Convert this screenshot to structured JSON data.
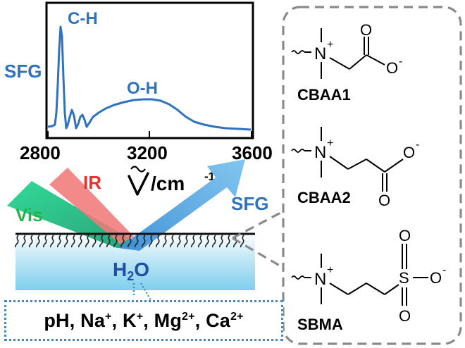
{
  "spectrum": {
    "y_label": "SFG",
    "x_ticks": [
      "2800",
      "3200",
      "3600"
    ],
    "x_axis_label": "/cm",
    "x_axis_exponent": "-1",
    "peak_labels": [
      "C-H",
      "O-H"
    ],
    "line_color": "#2f73c0"
  },
  "beams": {
    "ir_label": "IR",
    "vis_label": "Vis",
    "sfg_label": "SFG",
    "ir_color": "#f07a7a",
    "vis_color": "#22c98a",
    "sfg_color": "#5aa8e0"
  },
  "interface": {
    "water_label_main": "H",
    "water_label_sub": "2",
    "water_label_end": "O"
  },
  "ions": [
    {
      "base": "pH",
      "charge": ""
    },
    {
      "base": "Na",
      "charge": "+"
    },
    {
      "base": "K",
      "charge": "+"
    },
    {
      "base": "Mg",
      "charge": "2+"
    },
    {
      "base": "Ca",
      "charge": "2+"
    }
  ],
  "molecules": [
    {
      "name": "CBAA1",
      "charge_n": "+",
      "charge_o": "-",
      "O": "O",
      "N": "N"
    },
    {
      "name": "CBAA2",
      "charge_n": "+",
      "charge_o": "-",
      "O": "O",
      "N": "N"
    },
    {
      "name": "SBMA",
      "charge_n": "+",
      "charge_o": "-",
      "O": "O",
      "N": "N",
      "S": "S"
    }
  ]
}
